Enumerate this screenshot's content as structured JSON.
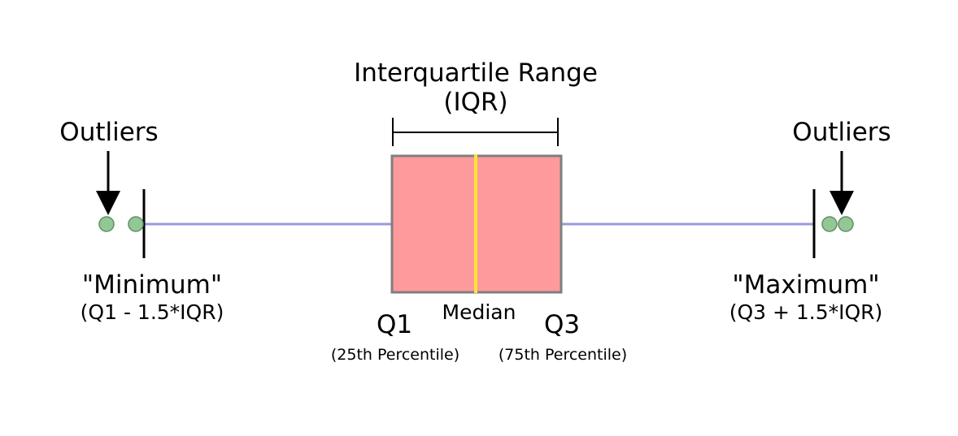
{
  "title": {
    "line1": "Interquartile Range",
    "line2": "(IQR)"
  },
  "labels": {
    "outliers_left": "Outliers",
    "outliers_right": "Outliers",
    "minimum": "\"Minimum\"",
    "minimum_formula": "(Q1 - 1.5*IQR)",
    "maximum": "\"Maximum\"",
    "maximum_formula": "(Q3 + 1.5*IQR)",
    "q1": "Q1",
    "q1_sub": "(25th Percentile)",
    "median": "Median",
    "q3": "Q3",
    "q3_sub": "(75th Percentile)"
  },
  "colors": {
    "box_fill": "#ff9a9c",
    "box_stroke": "#7f7f7f",
    "median_line": "#ffe436",
    "whisker_line": "#9898e4",
    "outlier_fill": "#93c896",
    "outlier_stroke": "#5f8f62",
    "text": "#000000"
  }
}
